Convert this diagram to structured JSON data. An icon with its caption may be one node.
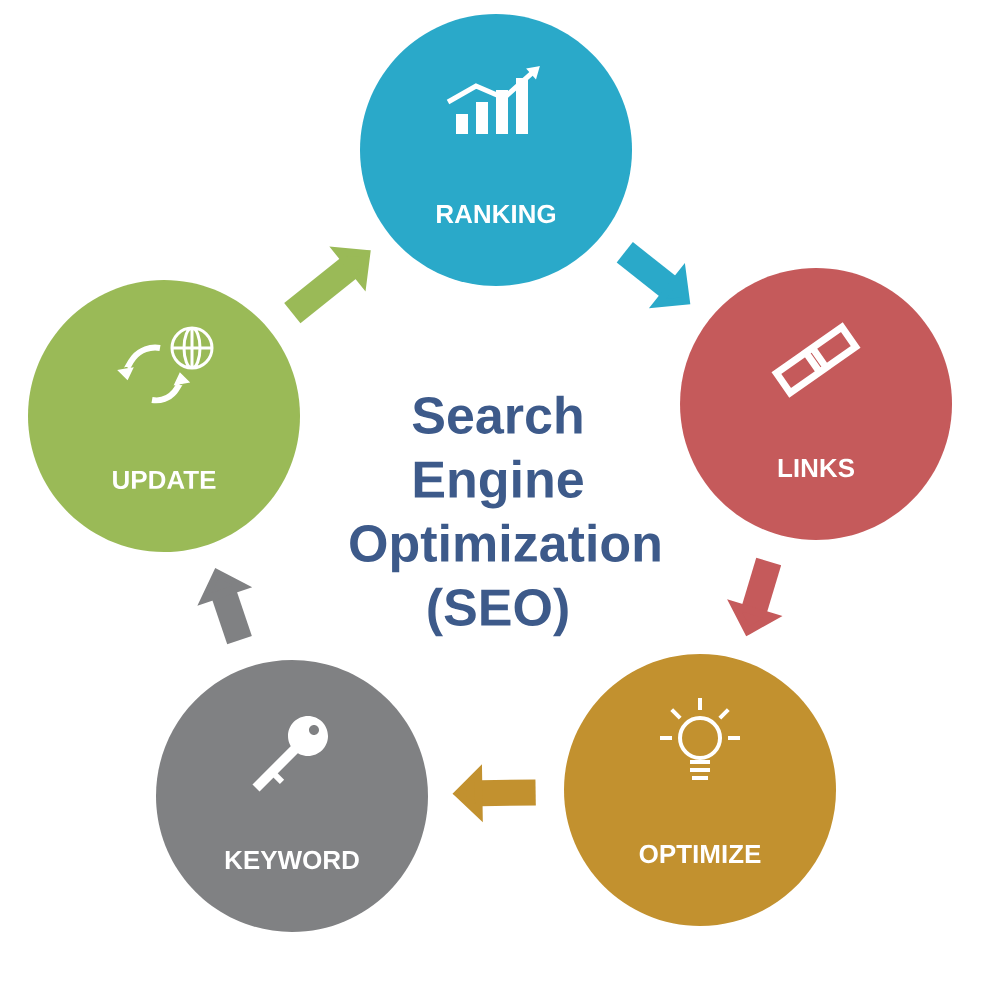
{
  "diagram": {
    "title": "Search Engine Optimization (SEO)",
    "nodes": [
      {
        "text": [
          "RANKING"
        ]
      },
      {
        "text": [
          "LINKS"
        ]
      },
      {
        "text": [
          "OPTIMIZE"
        ]
      },
      {
        "text": [
          "KEYWORD"
        ]
      },
      {
        "text": [
          "UPDATE"
        ]
      }
    ],
    "edges": [
      {
        "from": 0,
        "to": 1,
        "arrow": "to",
        "color": "#2aa9c9"
      },
      {
        "from": 1,
        "to": 2,
        "arrow": "to",
        "color": "#c55a5b"
      },
      {
        "from": 2,
        "to": 3,
        "arrow": "to",
        "color": "#c2912f"
      },
      {
        "from": 3,
        "to": 4,
        "arrow": "to",
        "color": "#808183"
      },
      {
        "from": 4,
        "to": 0,
        "arrow": "to",
        "color": "#9aba57"
      }
    ]
  }
}
